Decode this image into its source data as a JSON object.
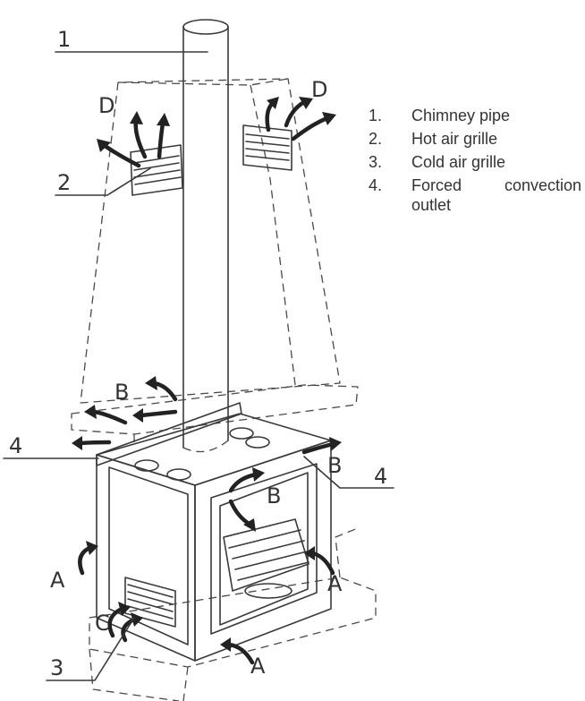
{
  "callouts": {
    "c1": "1",
    "c2": "2",
    "c3": "3",
    "c4_left": "4",
    "c4_right": "4"
  },
  "flow_letters": {
    "d_left": "D",
    "d_right": "D",
    "b_top": "B",
    "b_middle": "B",
    "b_right": "B",
    "a_left": "A",
    "a_bottom": "A",
    "a_right": "A",
    "c": "C"
  },
  "legend": [
    {
      "number": "1.",
      "text": "Chimney pipe"
    },
    {
      "number": "2.",
      "text": "Hot air grille"
    },
    {
      "number": "3.",
      "text": "Cold air grille"
    },
    {
      "number": "4.",
      "text": "Forced convection outlet"
    }
  ]
}
